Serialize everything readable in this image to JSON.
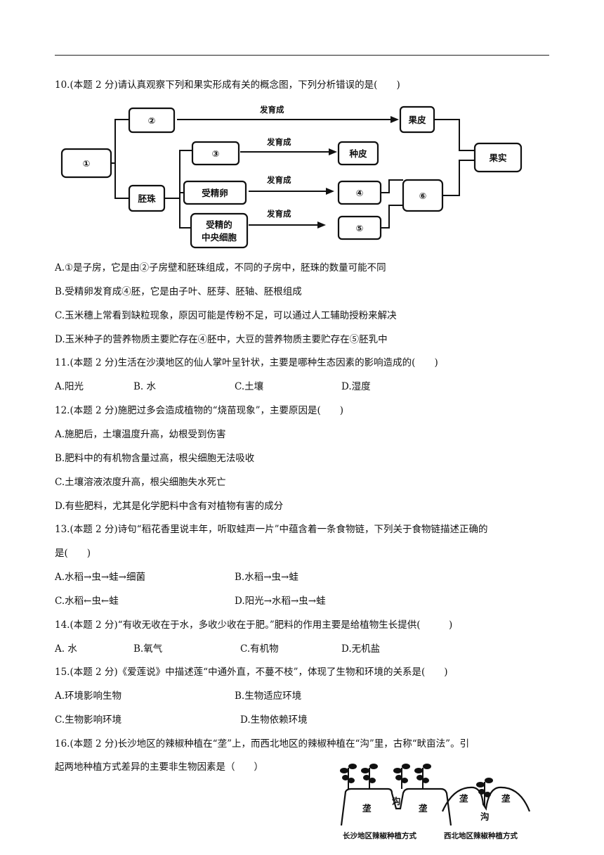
{
  "q10": {
    "stem": "10.(本题 2 分)请认真观察下列和果实形成有关的概念图，下列分析错误的是(　　)",
    "diagram": {
      "n1": "①",
      "n2": "②",
      "n3": "③",
      "n4": "④",
      "n5": "⑤",
      "n6": "⑥",
      "ovule": "胚珠",
      "zygote": "受精卵",
      "central1": "受精的",
      "central2": "中央细胞",
      "peel": "果皮",
      "seedcoat": "种皮",
      "fruit": "果实",
      "arrow": "发育成"
    },
    "A": "A.①是子房，它是由②子房壁和胚珠组成，不同的子房中，胚珠的数量可能不同",
    "B": "B.受精卵发育成④胚，它是由子叶、胚芽、胚轴、胚根组成",
    "C": "C.玉米穗上常看到缺粒现象，原因可能是传粉不足，可以通过人工辅助授粉来解决",
    "D": "D.玉米种子的营养物质主要贮存在④胚中，大豆的营养物质主要贮存在⑤胚乳中"
  },
  "q11": {
    "stem": "11.(本题 2 分)生活在沙漠地区的仙人掌叶呈针状，主要是哪种生态因素的影响造成的(　　)",
    "A": "A.阳光",
    "B": "B.  水",
    "C": "C.土壤",
    "D": "D.湿度"
  },
  "q12": {
    "stem": "12.(本题 2 分)施肥过多会造成植物的“烧苗现象”，主要原因是(　　)",
    "A": "A.施肥后，土壤温度升高，幼根受到伤害",
    "B": "B.肥料中的有机物含量过高，根尖细胞无法吸收",
    "C": "C.土壤溶液浓度升高，根尖细胞失水死亡",
    "D": "D.有些肥料，尤其是化学肥料中含有对植物有害的成分"
  },
  "q13": {
    "stem1": "13.(本题 2 分)诗句“稻花香里说丰年，听取蛙声一片”中蕴含着一条食物链，下列关于食物链描述正确的",
    "stem2": "是(　　)",
    "A": "A.水稻→虫→蛙→细菌",
    "B": "B.水稻→虫→蛙",
    "C": "C.水稻←虫←蛙",
    "D": "D.阳光→水稻→虫→蛙"
  },
  "q14": {
    "stem": "14.(本题 2 分)“有收无收在于水，多收少收在于肥。”肥料的作用主要是给植物生长提供(　　　)",
    "A": "A.  水",
    "B": "B.氧气",
    "C": "C.有机物",
    "D": "D.无机盐"
  },
  "q15": {
    "stem": "15.(本题 2 分)《爱莲说》中描述莲“中通外直，不蔓不枝”，体现了生物和环境的关系是(　　)",
    "A": "A.环境影响生物",
    "B": "B.生物适应环境",
    "C": "C.生物影响环境",
    "D": "D.生物依赖环境"
  },
  "q16": {
    "stem1": "16.(本题 2 分)长沙地区的辣椒种植在“垄”上，而西北地区的辣椒种植在“沟”里，古称“畎亩法”。引",
    "stem2": "起两地种植方式差异的主要非生物因素是（　　）",
    "figure": {
      "ridge": "垄",
      "ditch": "沟",
      "caption_left": "长沙地区辣椒种植方式",
      "caption_right": "西北地区辣椒种植方式"
    }
  }
}
